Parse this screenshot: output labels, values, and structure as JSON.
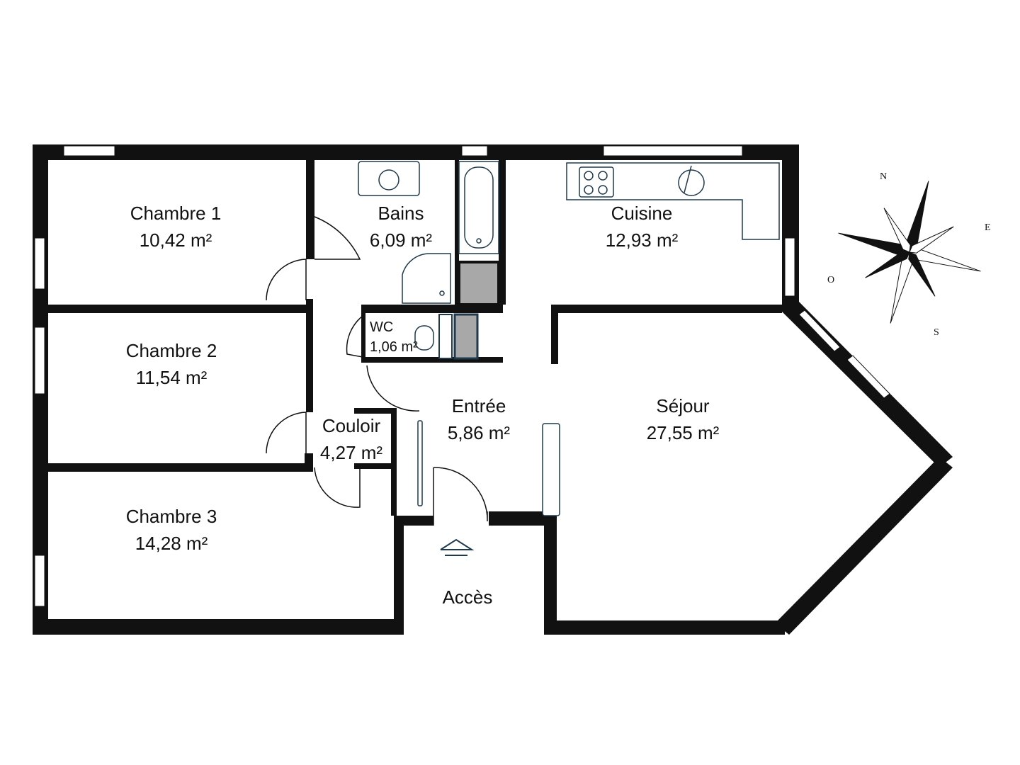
{
  "rooms": {
    "chambre1": {
      "name": "Chambre 1",
      "area": "10,42 m²"
    },
    "bains": {
      "name": "Bains",
      "area": "6,09 m²"
    },
    "cuisine": {
      "name": "Cuisine",
      "area": "12,93 m²"
    },
    "chambre2": {
      "name": "Chambre 2",
      "area": "11,54 m²"
    },
    "wc": {
      "name": "WC",
      "area": "1,06 m²"
    },
    "entree": {
      "name": "Entrée",
      "area": "5,86 m²"
    },
    "sejour": {
      "name": "Séjour",
      "area": "27,55 m²"
    },
    "couloir": {
      "name": "Couloir",
      "area": "4,27 m²"
    },
    "chambre3": {
      "name": "Chambre 3",
      "area": "14,28 m²"
    }
  },
  "access": {
    "label": "Accès"
  },
  "compass": {
    "n": "N",
    "e": "E",
    "s": "S",
    "o": "O"
  },
  "colors": {
    "wall": "#111111",
    "fixture": "#1f3a4d",
    "fill_gray": "#a8a8a8"
  }
}
